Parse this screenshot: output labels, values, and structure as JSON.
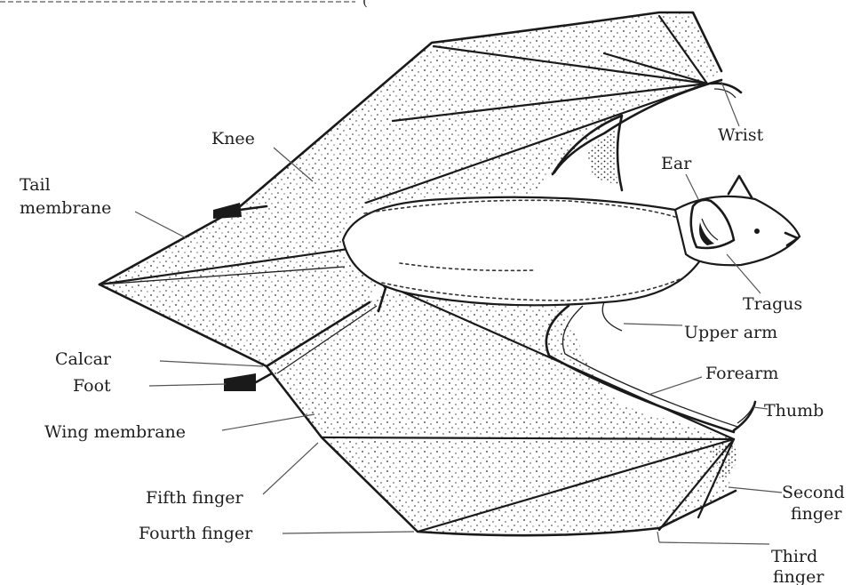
{
  "caption_fragment": "(",
  "labels": {
    "knee": "Knee",
    "wrist": "Wrist",
    "ear": "Ear",
    "tail_membrane_1": "Tail",
    "tail_membrane_2": "membrane",
    "tragus": "Tragus",
    "upper_arm": "Upper arm",
    "forearm": "Forearm",
    "calcar": "Calcar",
    "foot": "Foot",
    "thumb": "Thumb",
    "wing_membrane": "Wing membrane",
    "second_finger_1": "Second",
    "second_finger_2": "finger",
    "fifth_finger": "Fifth finger",
    "fourth_finger": "Fourth finger",
    "third_finger_1": "Third",
    "third_finger_2": "finger"
  }
}
